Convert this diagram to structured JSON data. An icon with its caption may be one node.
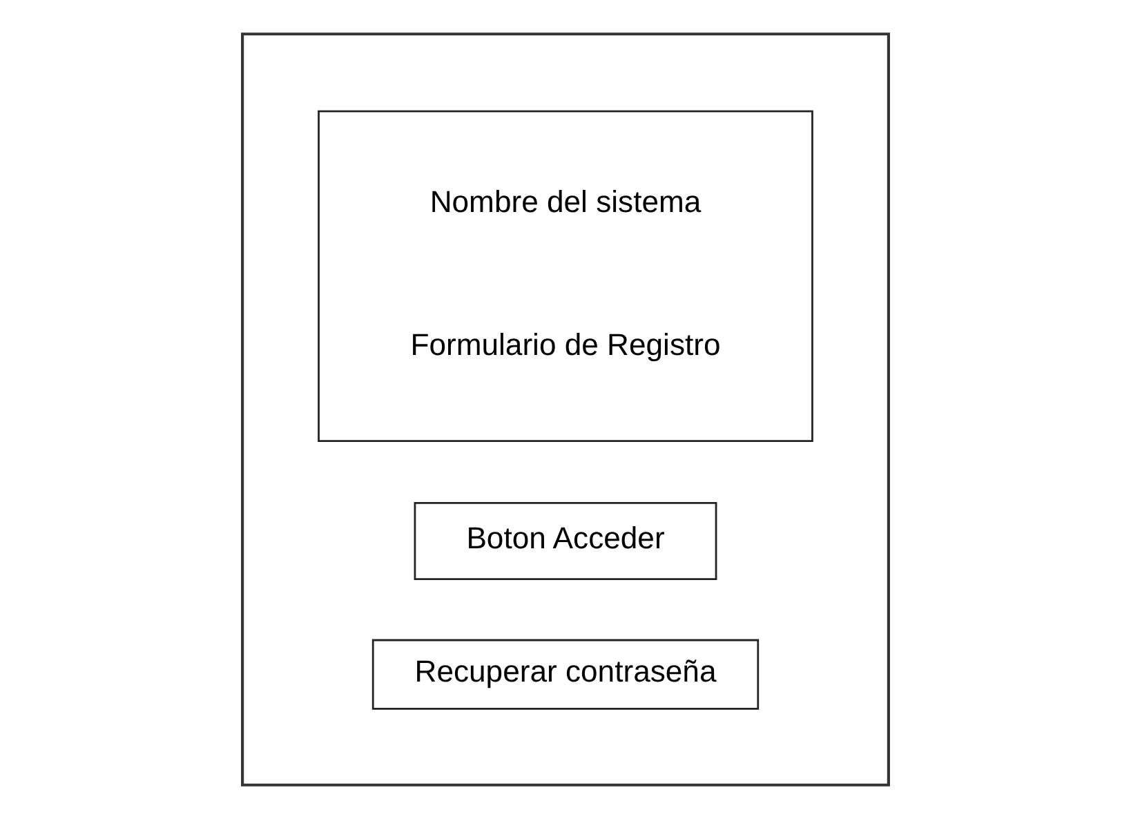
{
  "diagram": {
    "nodes": [
      {
        "text": [],
        "shape": "box"
      },
      {
        "text": [
          "Nombre del sistema",
          "Formulario de Registro"
        ],
        "in": 0
      },
      {
        "text": [
          "Boton Acceder"
        ],
        "in": 0
      },
      {
        "text": [
          "Recuperar contraseña"
        ],
        "in": 0
      }
    ]
  }
}
